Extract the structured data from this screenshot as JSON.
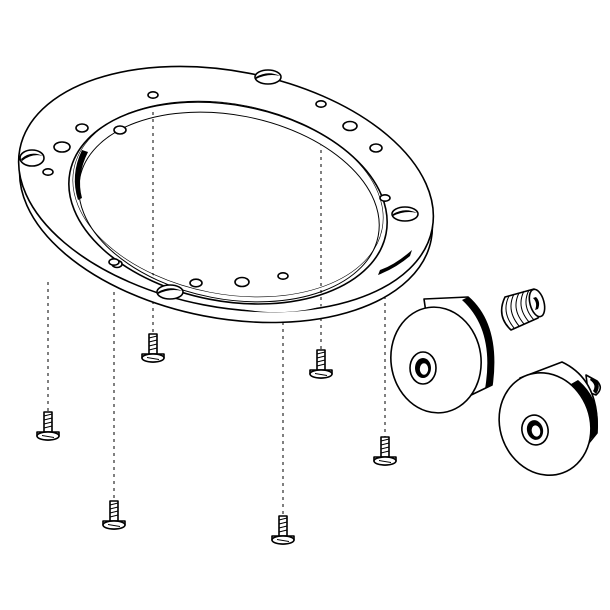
{
  "diagram": {
    "style": "exploded-assembly line drawing",
    "line_color": "#000000",
    "background": "#ffffff",
    "parts": [
      {
        "name": "adapter-ring",
        "count": 1
      },
      {
        "name": "countersunk-screw",
        "count": 6
      },
      {
        "name": "threaded-set-screw",
        "count": 1
      },
      {
        "name": "round-spacer-bushing",
        "count": 2
      }
    ],
    "labels": []
  }
}
